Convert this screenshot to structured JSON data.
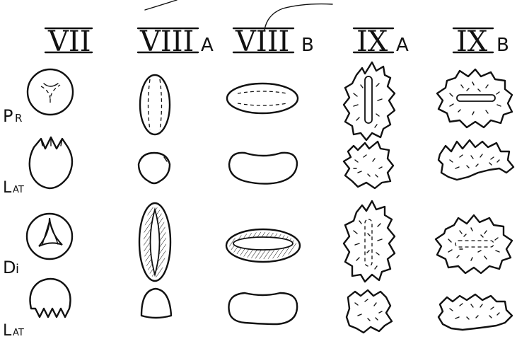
{
  "columns": [
    {
      "numeral": "VII",
      "suffix": ""
    },
    {
      "numeral": "VIII",
      "suffix": "A"
    },
    {
      "numeral": "VIII",
      "suffix": "B"
    },
    {
      "numeral": "IX",
      "suffix": "A"
    },
    {
      "numeral": "IX",
      "suffix": "B"
    }
  ],
  "rows": [
    {
      "label_big": "P",
      "label_small": "R"
    },
    {
      "label_big": "L",
      "label_small": "AT"
    },
    {
      "label_big": "D",
      "label_small": "i"
    },
    {
      "label_big": "L",
      "label_small": "AT"
    }
  ],
  "ink_color": "#111111",
  "background_color": "#ffffff"
}
